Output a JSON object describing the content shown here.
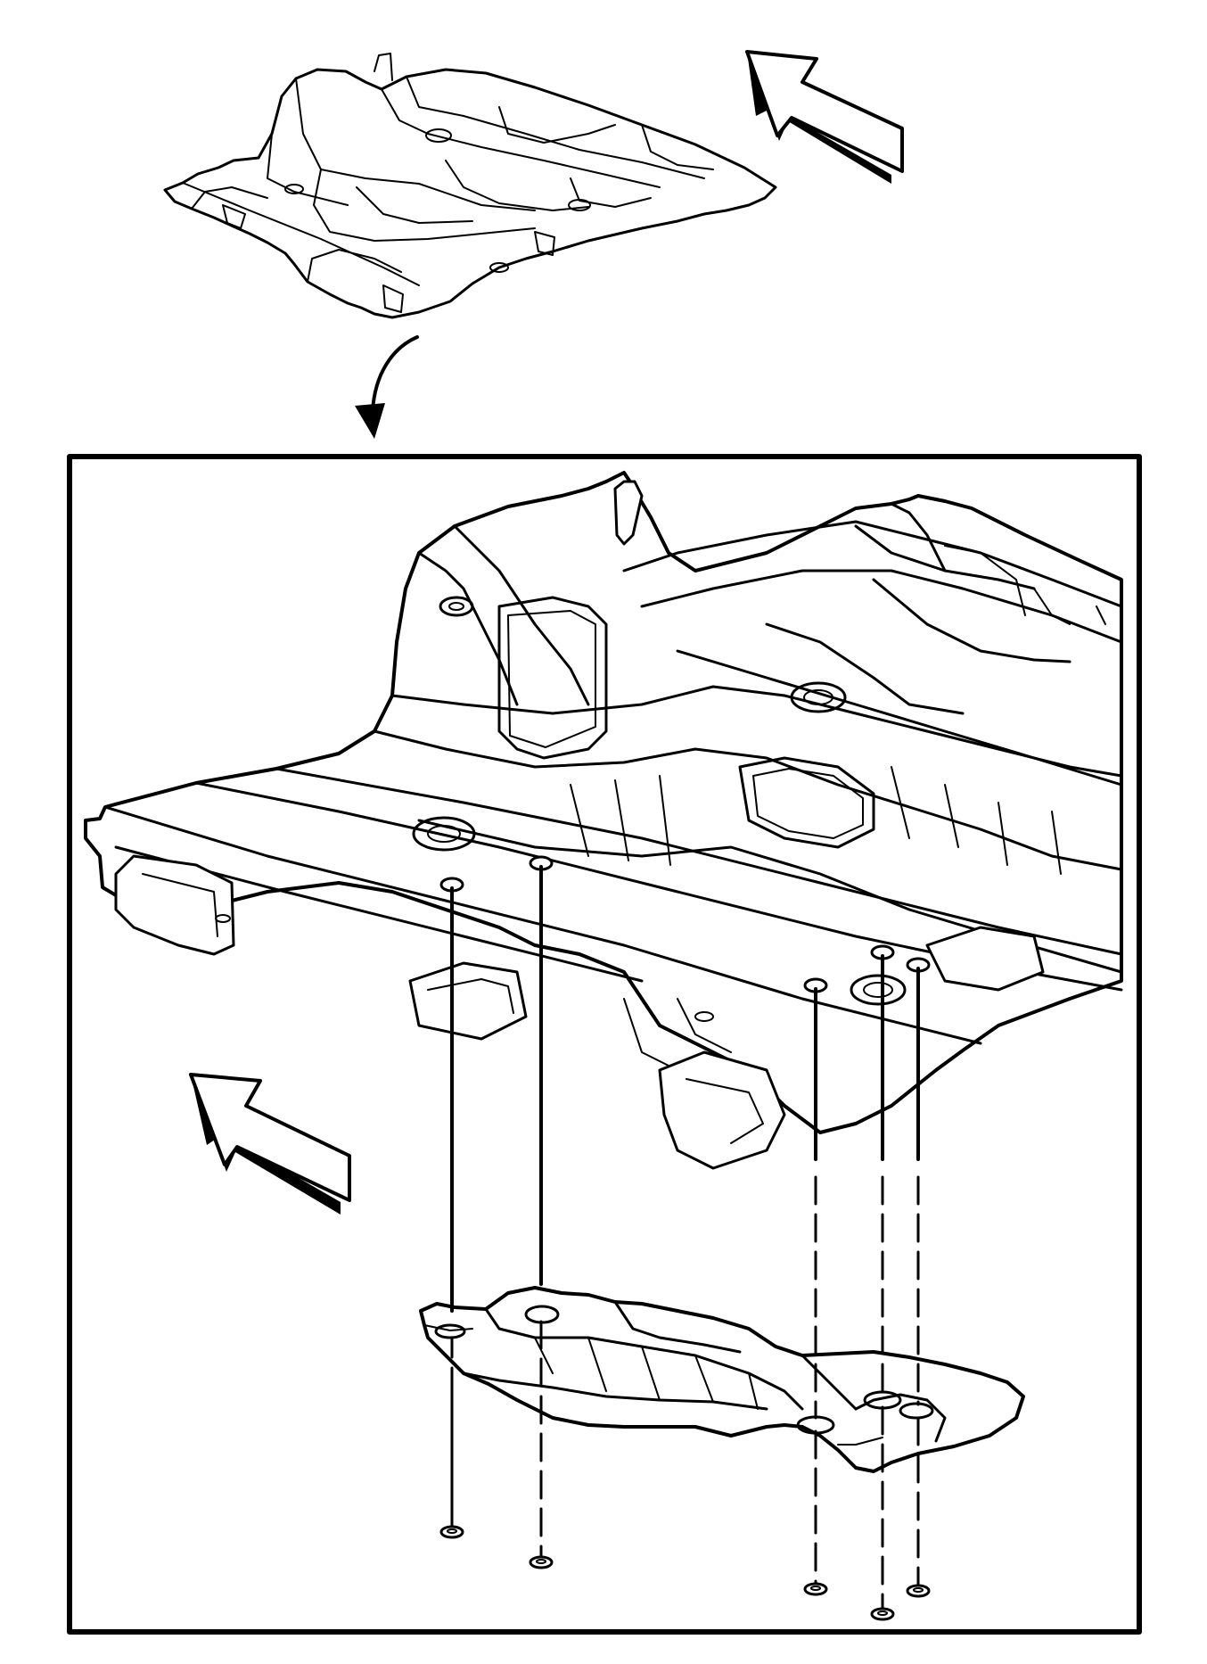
{
  "diagram": {
    "background": "#ffffff",
    "line_color": "#000000",
    "components": [
      "overview-floor-pan",
      "callout-arrow",
      "detail-frame",
      "floor-pan-underbody",
      "heat-shield",
      "fasteners",
      "direction-arrows"
    ],
    "fastener_count": 5
  }
}
